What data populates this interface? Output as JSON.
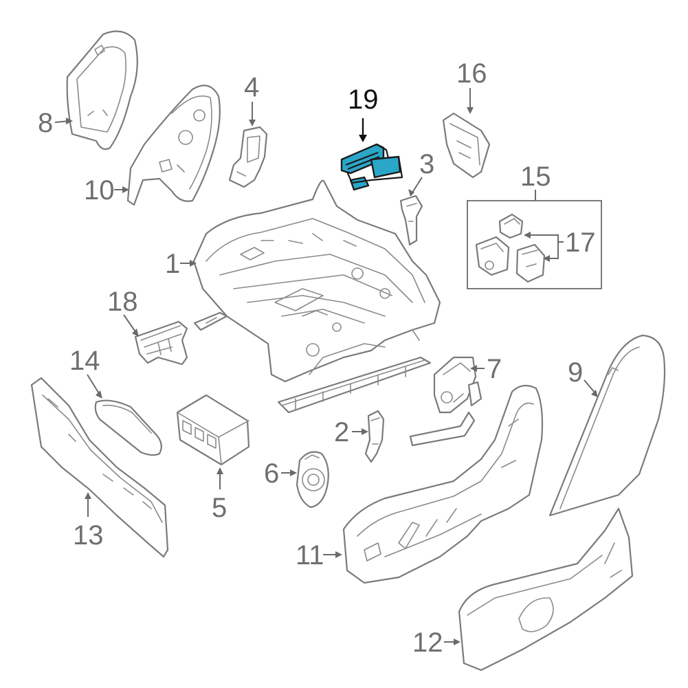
{
  "diagram": {
    "highlight_color": "#2aa6c9",
    "callouts": {
      "c1": "1",
      "c2": "2",
      "c3": "3",
      "c4": "4",
      "c5": "5",
      "c6": "6",
      "c7": "7",
      "c8": "8",
      "c9": "9",
      "c10": "10",
      "c11": "11",
      "c12": "12",
      "c13": "13",
      "c14": "14",
      "c15": "15",
      "c16": "16",
      "c17": "17",
      "c18": "18",
      "c19": "19"
    }
  }
}
